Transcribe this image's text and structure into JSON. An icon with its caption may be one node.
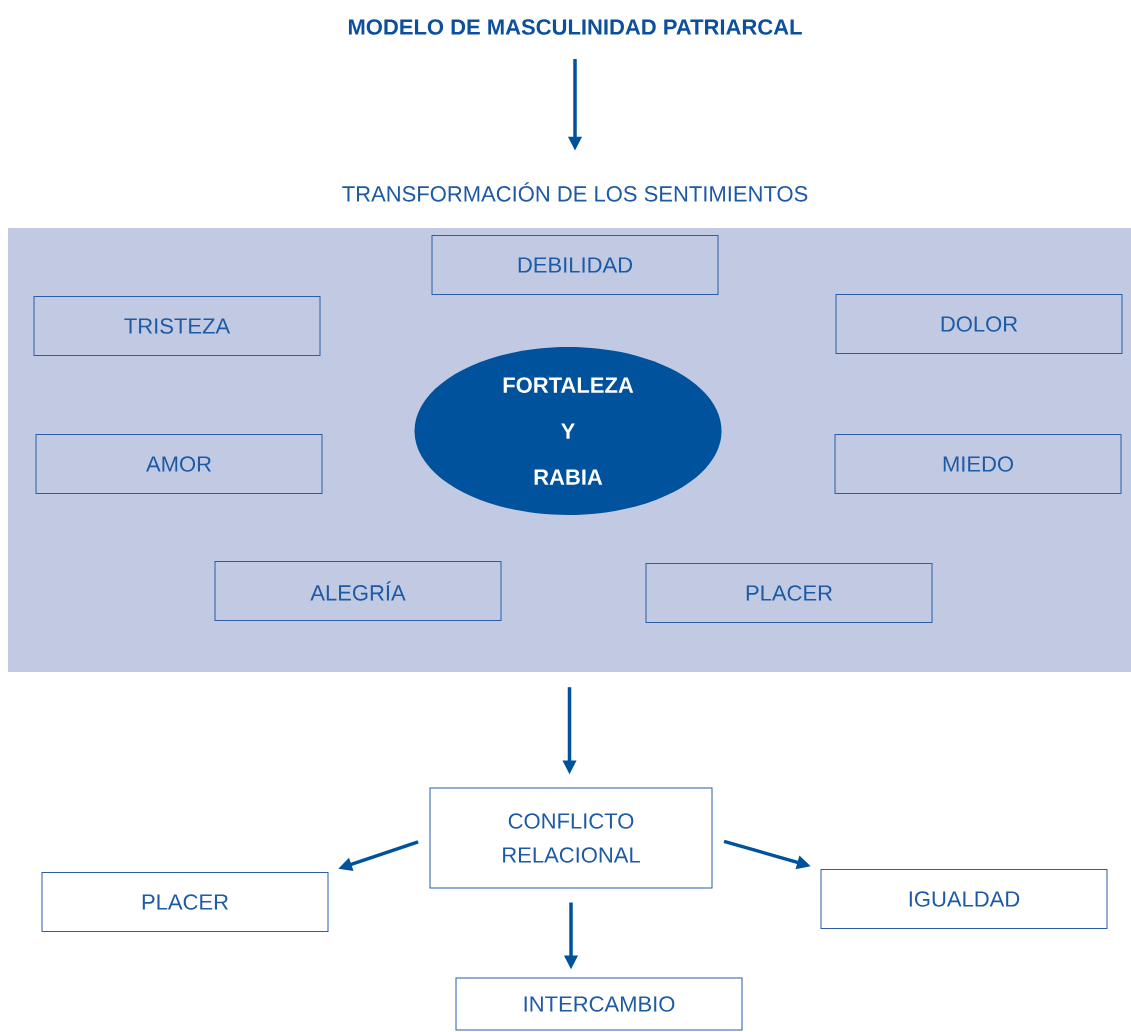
{
  "diagram": {
    "nodes": [
      {
        "text": [
          "MODELO DE MASCULINIDAD PATRIARCAL"
        ]
      },
      {
        "text": [
          "TRANSFORMACIÓN DE LOS SENTIMIENTOS"
        ]
      },
      {
        "text": [
          "DEBILIDAD"
        ],
        "in": 1
      },
      {
        "text": [
          "TRISTEZA"
        ],
        "in": 1
      },
      {
        "text": [
          "DOLOR"
        ],
        "in": 1
      },
      {
        "text": [
          "FORTALEZA",
          "Y",
          "RABIA"
        ],
        "in": 1
      },
      {
        "text": [
          "AMOR"
        ],
        "in": 1
      },
      {
        "text": [
          "MIEDO"
        ],
        "in": 1
      },
      {
        "text": [
          "ALEGRÍA"
        ],
        "in": 1
      },
      {
        "text": [
          "PLACER"
        ],
        "in": 1
      },
      {
        "text": [
          "CONFLICTO RELACIONAL"
        ]
      },
      {
        "text": [
          "PLACER"
        ]
      },
      {
        "text": [
          "IGUALDAD"
        ]
      },
      {
        "text": [
          "INTERCAMBIO"
        ]
      }
    ],
    "edges": [
      {
        "from": 0,
        "to": 1,
        "arrow": "to"
      },
      {
        "from": 1,
        "to": 10,
        "arrow": "to"
      },
      {
        "from": 10,
        "to": 11,
        "arrow": "to"
      },
      {
        "from": 10,
        "to": 12,
        "arrow": "to"
      },
      {
        "from": 10,
        "to": 13,
        "arrow": "to"
      }
    ]
  }
}
